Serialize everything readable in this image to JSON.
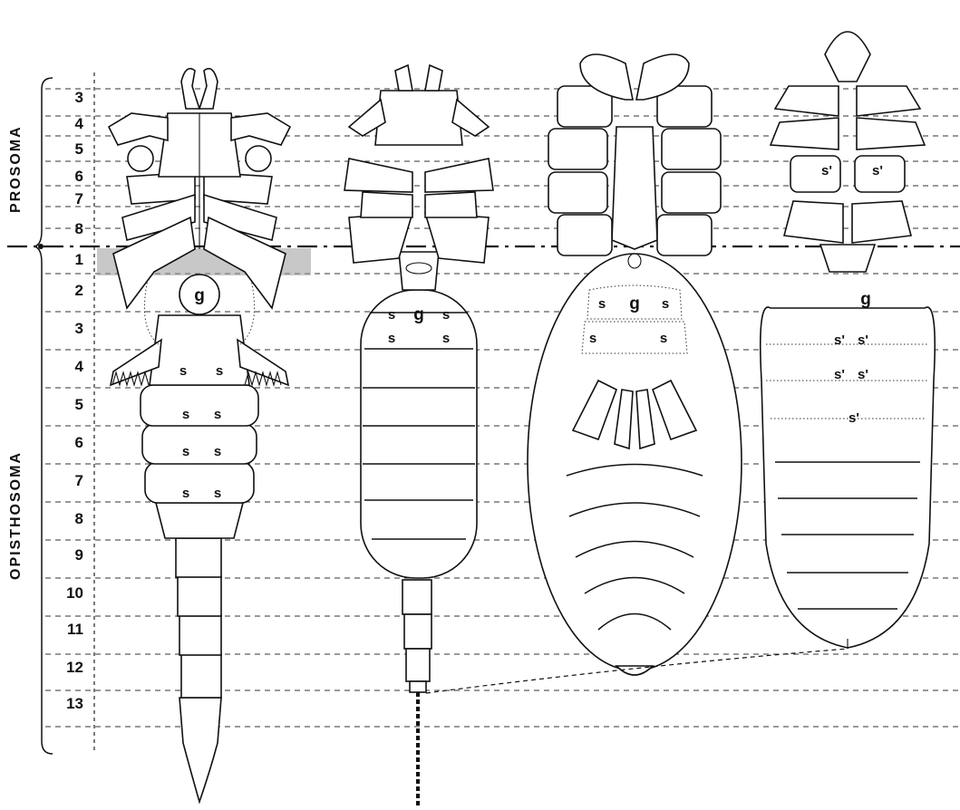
{
  "regions": {
    "prosoma": "PROSOMA",
    "opisthosoma": "OPISTHOSOMA"
  },
  "segments": {
    "prosoma": [
      "3",
      "4",
      "5",
      "6",
      "7",
      "8"
    ],
    "opisthosoma": [
      "1",
      "2",
      "3",
      "4",
      "5",
      "6",
      "7",
      "8",
      "9",
      "10",
      "11",
      "12",
      "13"
    ]
  },
  "figure_labels": {
    "g": "g",
    "s": "s",
    "s_prime": "s'"
  },
  "colors": {
    "ink": "#111111",
    "paper": "#ffffff",
    "stipple": "#9a9a9a"
  }
}
